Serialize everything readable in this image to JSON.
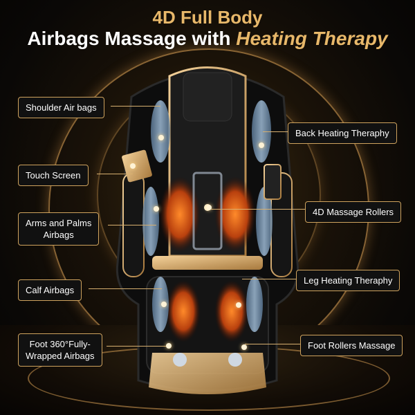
{
  "title": {
    "line1": "4D Full Body",
    "line2_prefix": "Airbags Massage with",
    "line2_accent": "Heating Therapy"
  },
  "labels": {
    "shoulder": "Shoulder Air bags",
    "touch": "Touch Screen",
    "arms_line1": "Arms and Palms",
    "arms_line2": "Airbags",
    "calf": "Calf Airbags",
    "foot_line1": "Foot 360°Fully-",
    "foot_line2": "Wrapped Airbags",
    "back_heating": "Back Heating Theraphy",
    "rollers": "4D Massage Rollers",
    "leg_heating": "Leg Heating Theraphy",
    "foot_rollers": "Foot Rollers Massage"
  },
  "colors": {
    "accent_gold": "#e8b86a",
    "label_border": "#cfa35e",
    "airbag_blue": "#8fb4d8",
    "heat_orange": "#e0601a"
  },
  "icons": [
    "massage-chair-illustration"
  ]
}
